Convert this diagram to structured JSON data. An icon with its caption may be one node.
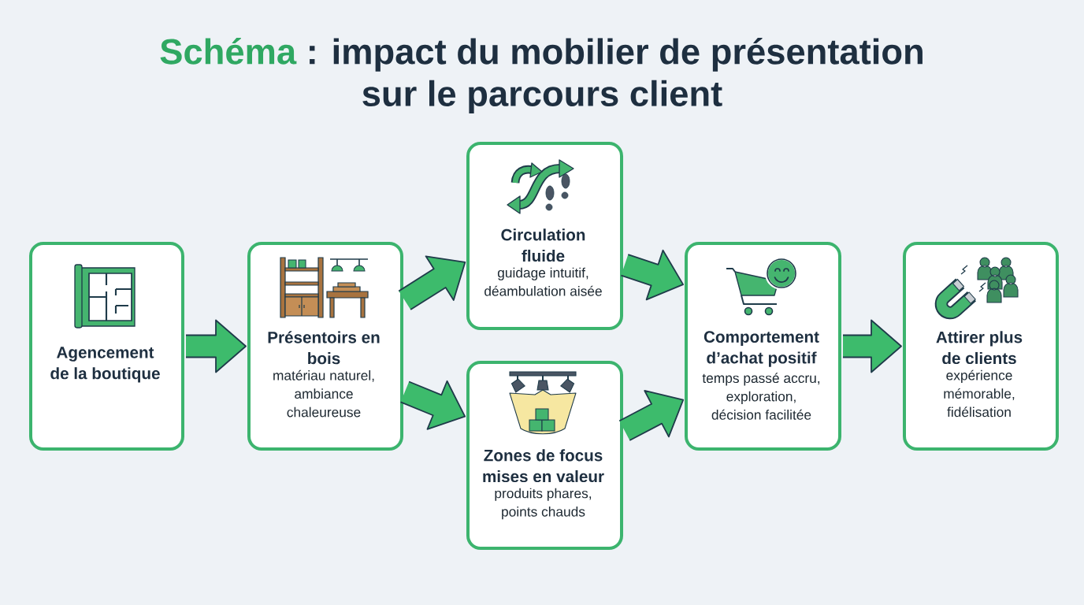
{
  "diagram": {
    "title": "**Schéma** : impact du mobilier de présentation sur le parcours client",
    "nodes": [
      {
        "text": [
          "Agencement de la boutique"
        ]
      },
      {
        "text": [
          "Présentoirs en bois",
          "matériau naturel, ambiance chaleureuse"
        ]
      },
      {
        "text": [
          "Circulation fluide",
          "guidage intuitif, déambulation aisée"
        ]
      },
      {
        "text": [
          "Zones de focus mises en valeur",
          "produits phares, points chauds"
        ]
      },
      {
        "text": [
          "Comportement d’achat positif",
          "temps passé accru, exploration, décision facilitée"
        ]
      },
      {
        "text": [
          "Attirer plus de clients",
          "expérience mémorable, fidélisation"
        ]
      }
    ],
    "edges": [
      {
        "from": 0,
        "to": 1,
        "arrow": "to"
      },
      {
        "from": 1,
        "to": 2,
        "arrow": "to"
      },
      {
        "from": 1,
        "to": 3,
        "arrow": "to"
      },
      {
        "from": 2,
        "to": 4,
        "arrow": "to"
      },
      {
        "from": 3,
        "to": 4,
        "arrow": "to"
      },
      {
        "from": 4,
        "to": 5,
        "arrow": "to"
      }
    ]
  }
}
